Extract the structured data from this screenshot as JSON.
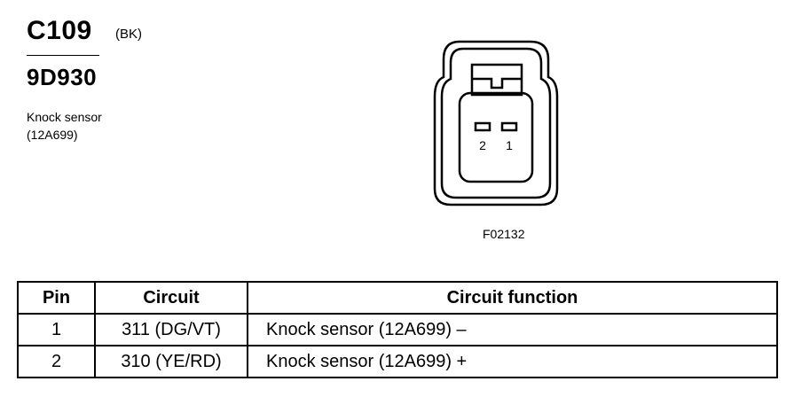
{
  "header": {
    "connector_id": "C109",
    "connector_color": "(BK)",
    "part_number": "9D930",
    "component_name": "Knock sensor",
    "component_code": "(12A699)"
  },
  "diagram": {
    "pin_labels": [
      "2",
      "1"
    ],
    "figure_id": "F02132"
  },
  "table": {
    "headers": [
      "Pin",
      "Circuit",
      "Circuit function"
    ],
    "rows": [
      {
        "pin": "1",
        "circuit": "311 (DG/VT)",
        "function": "Knock sensor (12A699) –"
      },
      {
        "pin": "2",
        "circuit": "310 (YE/RD)",
        "function": "Knock sensor (12A699) +"
      }
    ]
  }
}
